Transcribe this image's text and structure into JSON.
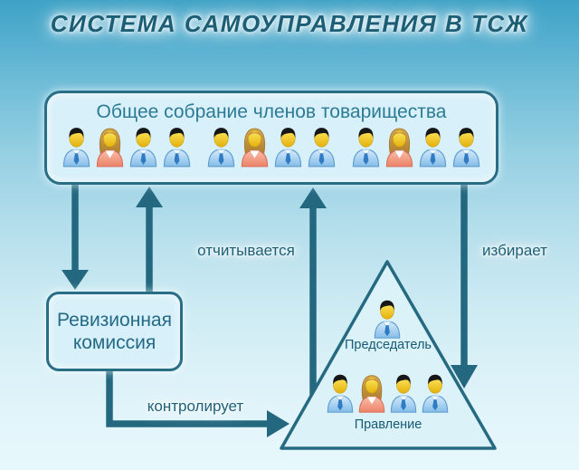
{
  "title": "СИСТЕМА  САМОУПРАВЛЕНИЯ  В  ТСЖ",
  "assembly": {
    "title": "Общее собрание членов товарищества",
    "members": [
      "man",
      "woman",
      "man",
      "man",
      "man",
      "woman",
      "man",
      "man",
      "man",
      "woman",
      "man",
      "man"
    ]
  },
  "audit_commission": {
    "label": "Ревизионная комиссия"
  },
  "relations": {
    "reports": "отчитывается",
    "elects": "избирает",
    "controls": "контролирует"
  },
  "pyramid": {
    "chairman": {
      "label": "Председатель",
      "members": [
        "man"
      ]
    },
    "board": {
      "label": "Правление",
      "members": [
        "man",
        "woman",
        "man",
        "man"
      ]
    }
  },
  "colors": {
    "accent_teal": "#246880",
    "text_teal": "#1e6078",
    "panel_fill": "#d8f0f9",
    "background_top": "#3ea2c6",
    "background_bottom": "#e7f8fc"
  }
}
